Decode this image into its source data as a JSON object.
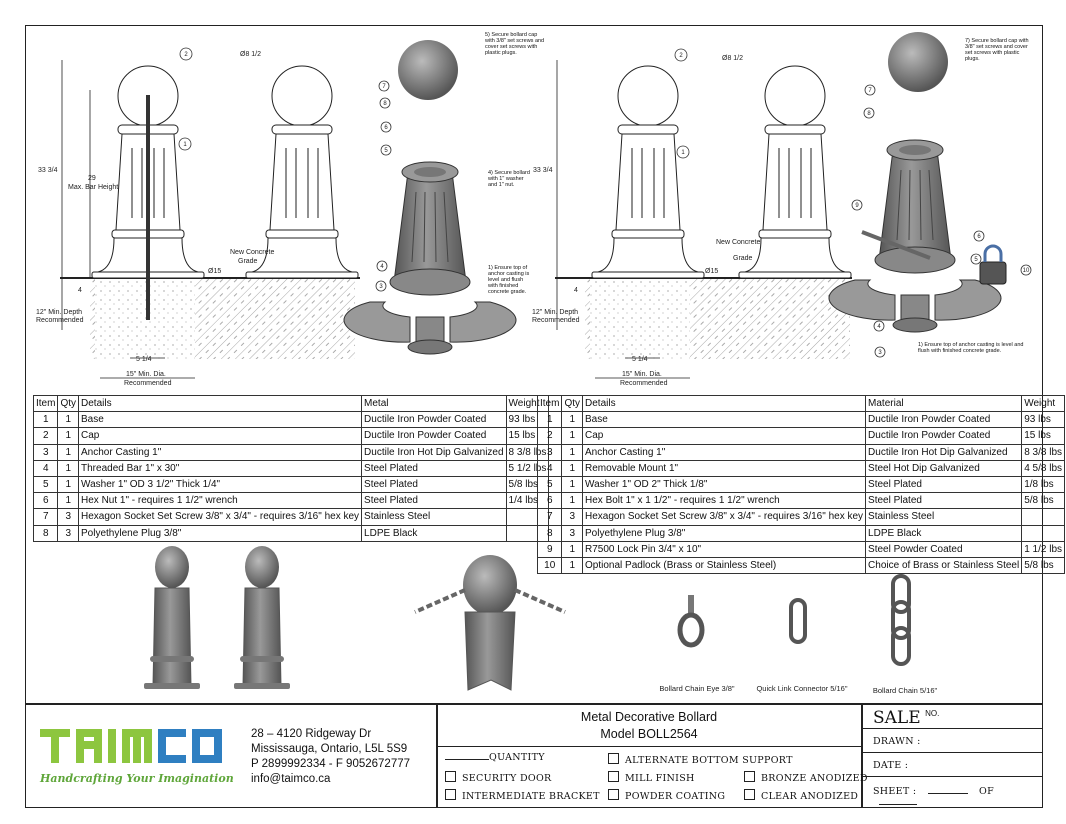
{
  "drawing_labels": {
    "overall_height": "33 3/4",
    "bar_height": "29",
    "bar_height_label": "Max. Bar Height",
    "cap_dia": "Ø8 1/2",
    "base_dia": "Ø15",
    "new_concrete": "New Concrete",
    "grade": "Grade",
    "depth": "12\" Min. Depth",
    "depth_sub": "Recommended",
    "embed": "4",
    "anchor_width": "5 1/4",
    "hole_dia": "15\" Min. Dia.",
    "hole_dia_sub": "Recommended",
    "note_cap_a": "5) Secure bollard cap with 3/8\" set screws and cover set screws with plastic plugs.",
    "note_nut": "4) Secure bollard with 1\" washer and 1\" nut.",
    "note_anchor_a": "1) Ensure top of anchor casting is level and flush with finished concrete grade.",
    "note_cap_b": "7) Secure bollard cap with 3/8\" set screws and cover set screws with plastic plugs.",
    "note_anchor_b": "1) Ensure top of anchor casting is level and flush with finished concrete grade.",
    "balloons": [
      "1",
      "2",
      "3",
      "4",
      "5",
      "6",
      "7",
      "8",
      "9",
      "10"
    ]
  },
  "table_fixed": {
    "headers": [
      "Item",
      "Qty",
      "Details",
      "Metal",
      "Weight"
    ],
    "rows": [
      [
        "1",
        "1",
        "Base",
        "Ductile Iron Powder Coated",
        "93 lbs"
      ],
      [
        "2",
        "1",
        "Cap",
        "Ductile Iron Powder Coated",
        "15 lbs"
      ],
      [
        "3",
        "1",
        "Anchor Casting 1\"",
        "Ductile Iron Hot Dip Galvanized",
        "8 3/8 lbs"
      ],
      [
        "4",
        "1",
        "Threaded Bar 1\" x 30\"",
        "Steel Plated",
        "5 1/2 lbs"
      ],
      [
        "5",
        "1",
        "Washer 1\" OD 3 1/2\" Thick 1/4\"",
        "Steel Plated",
        "5/8 lbs"
      ],
      [
        "6",
        "1",
        "Hex Nut 1\" - requires 1 1/2\" wrench",
        "Steel Plated",
        "1/4 lbs"
      ],
      [
        "7",
        "3",
        "Hexagon Socket Set Screw 3/8\" x 3/4\" - requires 3/16\" hex key",
        "Stainless Steel",
        ""
      ],
      [
        "8",
        "3",
        "Polyethylene Plug 3/8\"",
        "LDPE Black",
        ""
      ]
    ]
  },
  "table_removable": {
    "headers": [
      "Item",
      "Qty",
      "Details",
      "Material",
      "Weight"
    ],
    "rows": [
      [
        "1",
        "1",
        "Base",
        "Ductile Iron Powder Coated",
        "93 lbs"
      ],
      [
        "2",
        "1",
        "Cap",
        "Ductile Iron Powder Coated",
        "15 lbs"
      ],
      [
        "3",
        "1",
        "Anchor Casting 1\"",
        "Ductile Iron Hot Dip Galvanized",
        "8 3/8 lbs"
      ],
      [
        "4",
        "1",
        "Removable Mount 1\"",
        "Steel Hot Dip Galvanized",
        "4 5/8 lbs"
      ],
      [
        "5",
        "1",
        "Washer 1\" OD 2\" Thick 1/8\"",
        "Steel Plated",
        "1/8 lbs"
      ],
      [
        "6",
        "1",
        "Hex Bolt 1\" x 1 1/2\" - requires 1 1/2\" wrench",
        "Steel Plated",
        "5/8 lbs"
      ],
      [
        "7",
        "3",
        "Hexagon Socket Set Screw 3/8\" x 3/4\" - requires 3/16\" hex key",
        "Stainless Steel",
        ""
      ],
      [
        "8",
        "3",
        "Polyethylene Plug 3/8\"",
        "LDPE Black",
        ""
      ],
      [
        "9",
        "1",
        "R7500 Lock Pin 3/4\" x 10\"",
        "Steel Powder Coated",
        "1 1/2 lbs"
      ],
      [
        "10",
        "1",
        "Optional Padlock (Brass or Stainless Steel)",
        "Choice of Brass or Stainless Steel",
        "5/8 lbs"
      ]
    ]
  },
  "accessories": [
    "Bollard Chain Eye 3/8\"",
    "Quick Link Connector 5/16\"",
    "Bollard Chain 5/16\""
  ],
  "title_block": {
    "logo": "TAIMCO",
    "tagline": "Handcrafting Your Imagination",
    "address1": "28 – 4120 Ridgeway Dr",
    "address2": "Mississauga, Ontario, L5L 5S9",
    "phone": "P 2899992334 - F 9052672777",
    "email": "info@taimco.ca",
    "title": "Metal Decorative Bollard",
    "model": "Model BOLL2564",
    "quantity": "QUANTITY",
    "options": [
      "ALTERNATE BOTTOM SUPPORT",
      "SECURITY DOOR",
      "MILL FINISH",
      "BRONZE ANODIZED",
      "INTERMEDIATE BRACKET",
      "POWDER COATING",
      "CLEAR ANODIZED"
    ],
    "sale": "SALE",
    "sale_no": "NO.",
    "drawn": "DRAWN :",
    "date": "DATE :",
    "sheet": "SHEET :",
    "of": "OF",
    "colors": {
      "green": "#8dc63f",
      "blue": "#2f7fc1"
    }
  }
}
